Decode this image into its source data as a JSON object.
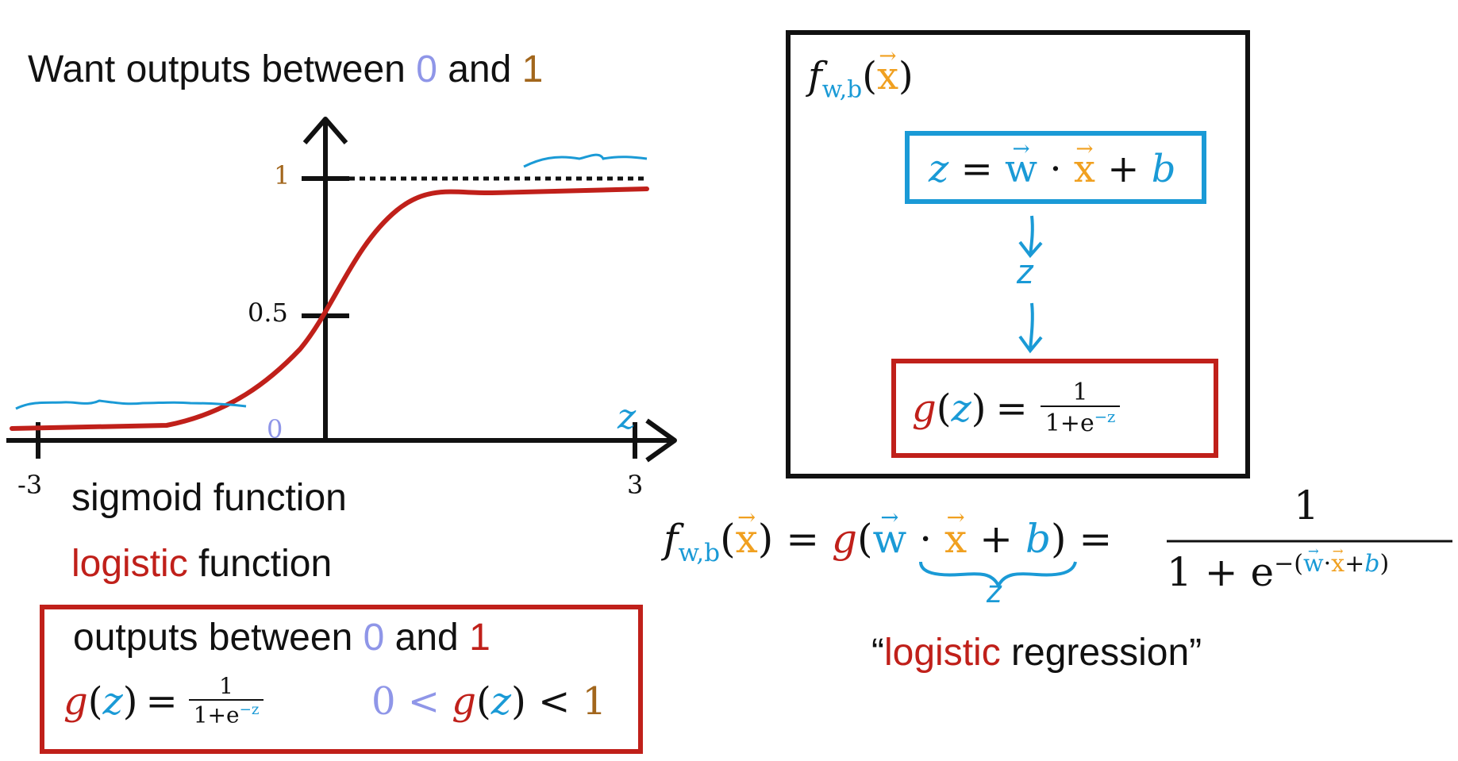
{
  "left": {
    "heading_prefix": "Want outputs between ",
    "heading_zero": "0",
    "heading_and": " and ",
    "heading_one": "1",
    "label_one": "1",
    "label_half": "0.5",
    "label_zero": "0",
    "label_z": "z",
    "tick_neg3": "-3",
    "tick_3": "3",
    "sigmoid": "sigmoid function",
    "logistic_word": "logistic",
    "function_word": " function",
    "box": {
      "outputs_prefix": "outputs between ",
      "zero": "0",
      "and": " and ",
      "one": "1",
      "g": "g",
      "z": "z",
      "num": "1",
      "den_prefix": "1+e",
      "den_exp": "−z",
      "ineq_zero": "0",
      "lt": "<",
      "ineq_one": "1"
    }
  },
  "right": {
    "f": "f",
    "wb": "w,b",
    "x": "x",
    "z_eq_prefix": "z",
    "w": "w",
    "b": "b",
    "hand_z": "z",
    "g": "g",
    "num": "1",
    "den_prefix": "1+e",
    "den_exp": "−z",
    "full_one": "1",
    "full_den_prefix": "1 + e",
    "full_exp_w": "w",
    "full_exp_x": "x",
    "full_exp_b": "b",
    "brace_z": "z",
    "quote_open": "“",
    "logistic_word": "logistic",
    "regression": " regression”"
  },
  "colors": {
    "red": "#c0201a",
    "blue": "#1a9ad6",
    "orange": "#f0a020",
    "lavender": "#8f96e8",
    "brown": "#a2661c"
  }
}
